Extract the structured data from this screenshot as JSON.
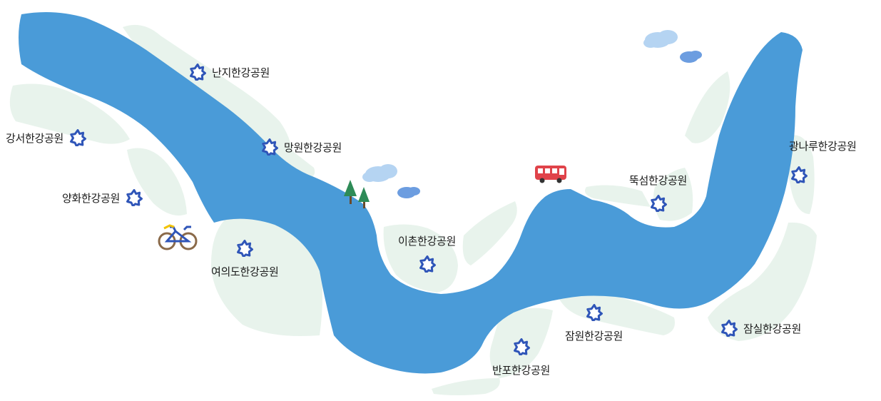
{
  "map": {
    "colors": {
      "river": "#4a9bd8",
      "park_green": "#e8f3ec",
      "marker_stroke": "#2f55b8",
      "bus": "#e0434a",
      "tree": "#2e8b57",
      "cloud_light": "#b5d4f2",
      "cloud_dark": "#6c9de0"
    },
    "parks": [
      {
        "id": "nanji",
        "label": "난지한강공원",
        "icon": "park-marker-icon"
      },
      {
        "id": "gangseo",
        "label": "강서한강공원",
        "icon": "park-marker-icon"
      },
      {
        "id": "mangwon",
        "label": "망원한강공원",
        "icon": "park-marker-icon"
      },
      {
        "id": "yanghwa",
        "label": "양화한강공원",
        "icon": "park-marker-icon"
      },
      {
        "id": "yeouido",
        "label": "여의도한강공원",
        "icon": "park-marker-icon"
      },
      {
        "id": "ichon",
        "label": "이촌한강공원",
        "icon": "park-marker-icon"
      },
      {
        "id": "banpo",
        "label": "반포한강공원",
        "icon": "park-marker-icon"
      },
      {
        "id": "jamwon",
        "label": "잠원한강공원",
        "icon": "park-marker-icon"
      },
      {
        "id": "ttukseom",
        "label": "뚝섬한강공원",
        "icon": "park-marker-icon"
      },
      {
        "id": "gwangnaru",
        "label": "광나루한강공원",
        "icon": "park-marker-icon"
      },
      {
        "id": "jamsil",
        "label": "잠실한강공원",
        "icon": "park-marker-icon"
      }
    ],
    "decorations": [
      "bicycle-icon",
      "bus-icon",
      "tree-icon",
      "cloud-icon"
    ]
  }
}
